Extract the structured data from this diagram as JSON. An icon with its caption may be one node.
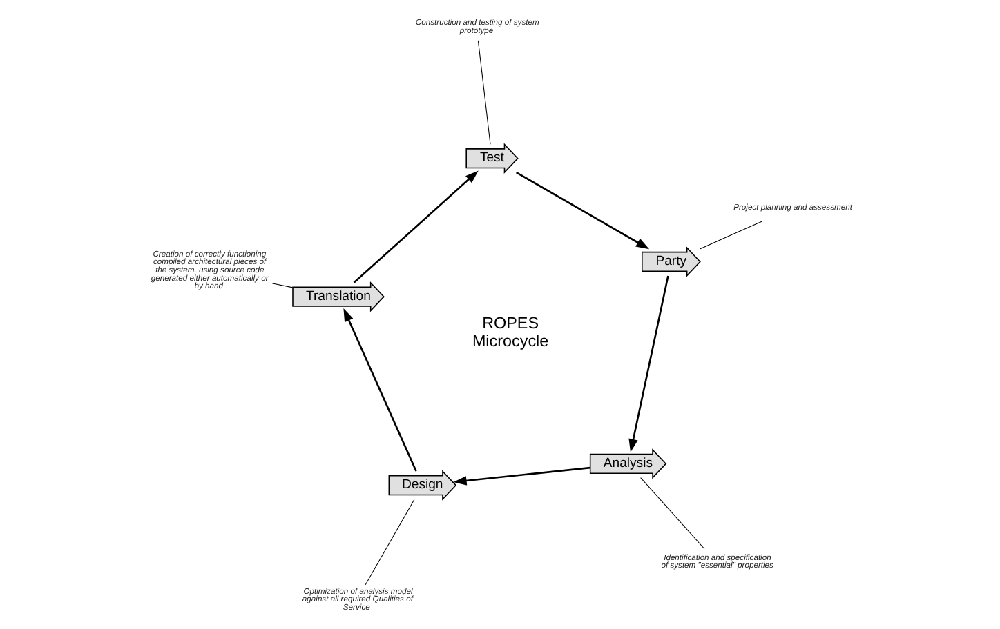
{
  "diagram": {
    "nodes": [
      {
        "text": [
          "Test"
        ]
      },
      {
        "text": [
          "Party"
        ]
      },
      {
        "text": [
          "Analysis"
        ]
      },
      {
        "text": [
          "Design"
        ]
      },
      {
        "text": [
          "Translation"
        ]
      },
      {
        "text": [
          "Construction and testing of system prototype"
        ]
      },
      {
        "text": [
          "Project planning and assessment"
        ]
      },
      {
        "text": [
          "Identification and specification of system \"essential\" properties"
        ]
      },
      {
        "text": [
          "Optimization of analysis model against all required Qualities of Service"
        ]
      },
      {
        "text": [
          "Creation of correctly functioning compiled architectural pieces of the system, using source code generated either automatically or by hand"
        ]
      }
    ],
    "edges": [
      {
        "from": 0,
        "to": 1,
        "arrow": "to"
      },
      {
        "from": 1,
        "to": 2,
        "arrow": "to"
      },
      {
        "from": 2,
        "to": 3,
        "arrow": "to"
      },
      {
        "from": 3,
        "to": 4,
        "arrow": "to"
      },
      {
        "from": 4,
        "to": 0,
        "arrow": "to"
      },
      {
        "from": 5,
        "to": 0,
        "arrow": "none"
      },
      {
        "from": 6,
        "to": 1,
        "arrow": "none"
      },
      {
        "from": 7,
        "to": 2,
        "arrow": "none"
      },
      {
        "from": 8,
        "to": 3,
        "arrow": "none"
      },
      {
        "from": 9,
        "to": 4,
        "arrow": "none"
      }
    ],
    "labels": [
      "ROPES Microcycle"
    ]
  }
}
